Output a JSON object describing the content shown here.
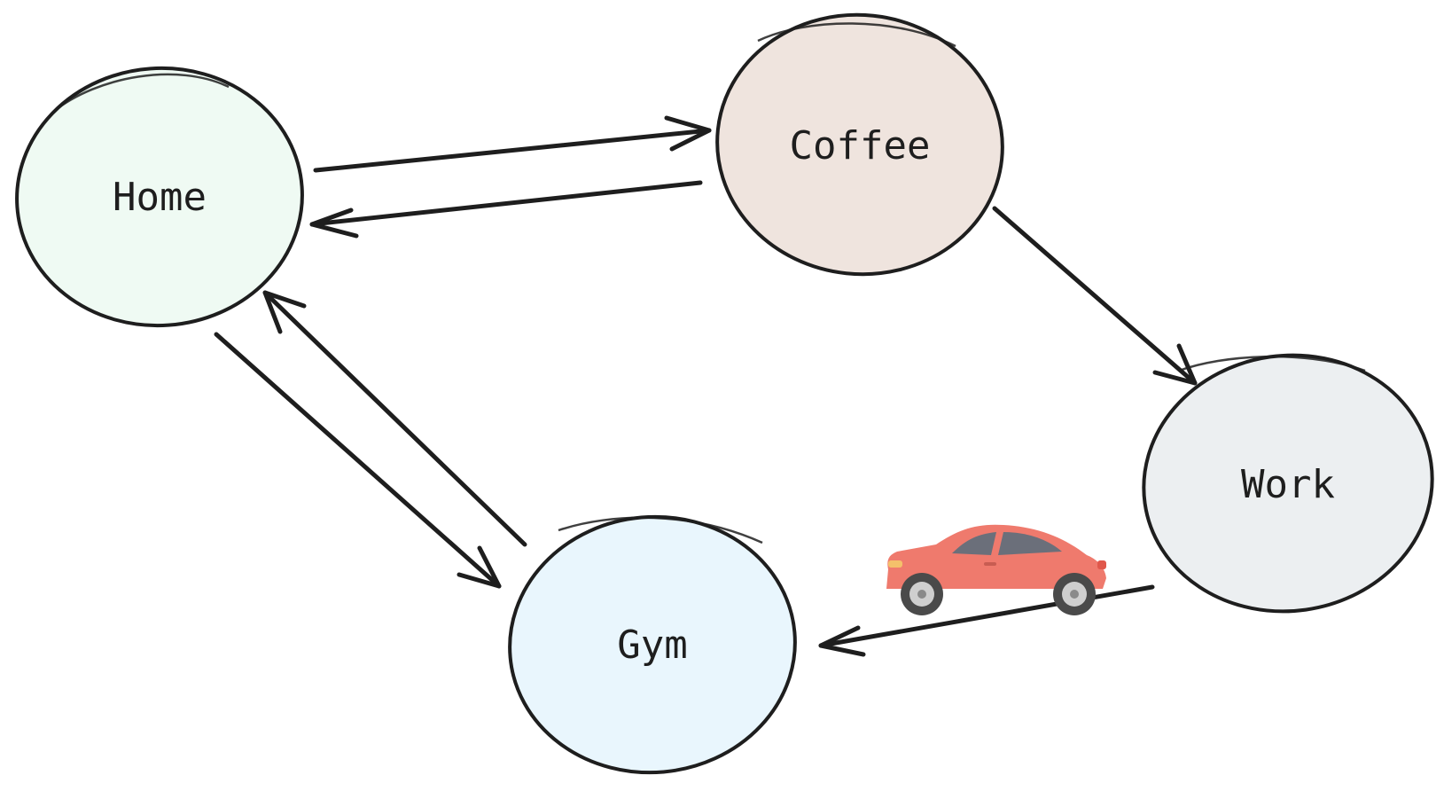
{
  "diagram": {
    "nodes": [
      {
        "id": "home",
        "label": "Home",
        "fill": "#effaf3"
      },
      {
        "id": "coffee",
        "label": "Coffee",
        "fill": "#efe4de"
      },
      {
        "id": "work",
        "label": "Work",
        "fill": "#eceff1"
      },
      {
        "id": "gym",
        "label": "Gym",
        "fill": "#e9f6fd"
      }
    ],
    "edges": [
      {
        "from": "home",
        "to": "coffee"
      },
      {
        "from": "coffee",
        "to": "home"
      },
      {
        "from": "coffee",
        "to": "work"
      },
      {
        "from": "work",
        "to": "gym"
      },
      {
        "from": "home",
        "to": "gym"
      },
      {
        "from": "gym",
        "to": "home"
      }
    ],
    "stroke_color": "#1e1e1e",
    "vehicle": {
      "icon": "car-icon",
      "body_color": "#ef7a6d",
      "window_color": "#6b6f7a"
    }
  }
}
